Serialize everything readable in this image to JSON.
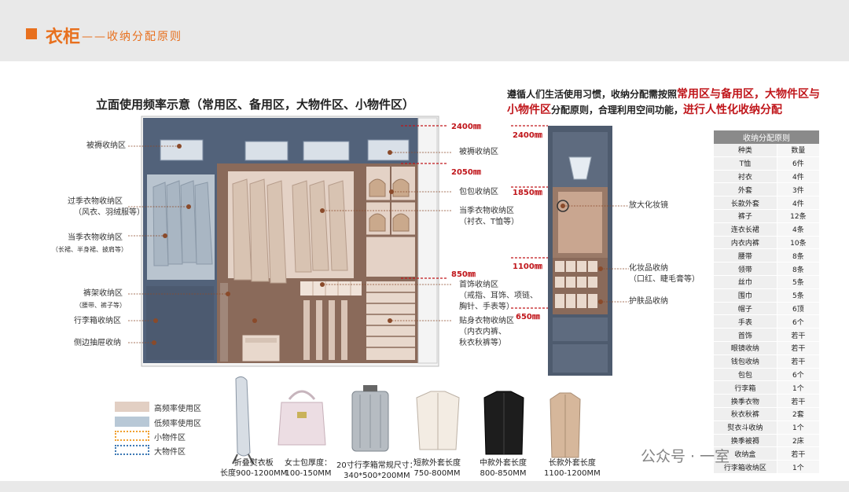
{
  "header": {
    "title": "衣柜",
    "subtitle": "——收纳分配原则"
  },
  "diagram_title": "立面使用频率示意（常用区、备用区，大物件区、小物件区）",
  "intro": {
    "p1": "遵循人们生活使用习惯，收纳分配需按照",
    "r1": "常用区与备用区，大物件区与小物件区",
    "p2": "分配原则，合理利用空间功能，",
    "r2": "进行人性化收纳分配"
  },
  "left_labels": {
    "bedding": "被褥收纳区",
    "seasonal": "过季衣物收纳区",
    "seasonal_sub": "（风衣、羽绒服等）",
    "current_long": "当季衣物收纳区",
    "current_long_sub": "（长裙、半身裙、披肩等）",
    "pants": "裤架收纳区",
    "pants_sub": "（腰带、裤子等）",
    "luggage": "行李箱收纳区",
    "side_drawer": "侧边抽屉收纳"
  },
  "right_labels": {
    "bedding": "被褥收纳区",
    "bag": "包包收纳区",
    "current": "当季衣物收纳区",
    "current_sub": "（衬衣、T恤等）",
    "jewelry": "首饰收纳区",
    "jewelry_sub1": "（戒指、耳饰、项链、",
    "jewelry_sub2": "胸针、手表等）",
    "underwear": "贴身衣物收纳区",
    "underwear_sub1": "（内衣内裤、",
    "underwear_sub2": "秋衣秋裤等）"
  },
  "heights_left": {
    "h2400": "2400㎜",
    "h2050": "2050㎜",
    "h850": "850㎜"
  },
  "heights_right": {
    "h2400": "2400㎜",
    "h1850": "1850㎜",
    "h1100": "1100㎜",
    "h650": "650㎜"
  },
  "narrow_labels": {
    "mirror": "放大化妆镜",
    "cosmetics": "化妆品收纳",
    "cosmetics_sub": "（口红、睫毛膏等）",
    "skincare": "护肤品收纳"
  },
  "table": {
    "title": "收纳分配原则",
    "rows": [
      [
        "种类",
        "数量"
      ],
      [
        "T恤",
        "6件"
      ],
      [
        "衬衣",
        "4件"
      ],
      [
        "外套",
        "3件"
      ],
      [
        "长款外套",
        "4件"
      ],
      [
        "裤子",
        "12条"
      ],
      [
        "连衣长裙",
        "4条"
      ],
      [
        "内衣内裤",
        "10条"
      ],
      [
        "腰带",
        "8条"
      ],
      [
        "领带",
        "8条"
      ],
      [
        "丝巾",
        "5条"
      ],
      [
        "围巾",
        "5条"
      ],
      [
        "帽子",
        "6顶"
      ],
      [
        "手表",
        "6个"
      ],
      [
        "首饰",
        "若干"
      ],
      [
        "眼镜收纳",
        "若干"
      ],
      [
        "钱包收纳",
        "若干"
      ],
      [
        "包包",
        "6个"
      ],
      [
        "行李箱",
        "1个"
      ],
      [
        "换季衣物",
        "若干"
      ],
      [
        "秋衣秋裤",
        "2套"
      ],
      [
        "熨衣斗收纳",
        "1个"
      ],
      [
        "换季被褥",
        "2床"
      ],
      [
        "收纳盒",
        "若干"
      ],
      [
        "行李箱收纳区",
        "1个"
      ]
    ]
  },
  "legend": {
    "high": "高频率使用区",
    "low": "低频率使用区",
    "small": "小物件区",
    "large": "大物件区"
  },
  "colors": {
    "accent": "#e8701e",
    "red": "#c0161b",
    "high": "#e2cfc3",
    "low": "#b8c8d6",
    "small": "#f0a030",
    "large": "#3c78b4"
  },
  "items": [
    {
      "l1": "折叠熨衣板",
      "l2": "长度900-1200MM"
    },
    {
      "l1": "女士包厚度：",
      "l2": "100-150MM"
    },
    {
      "l1": "20寸行李箱常规尺寸：",
      "l2": "340*500*200MM"
    },
    {
      "l1": "短款外套长度",
      "l2": "750-800MM"
    },
    {
      "l1": "中款外套长度",
      "l2": "800-850MM"
    },
    {
      "l1": "长款外套长度",
      "l2": "1100-1200MM"
    }
  ],
  "watermark": "公众号 · 一室"
}
